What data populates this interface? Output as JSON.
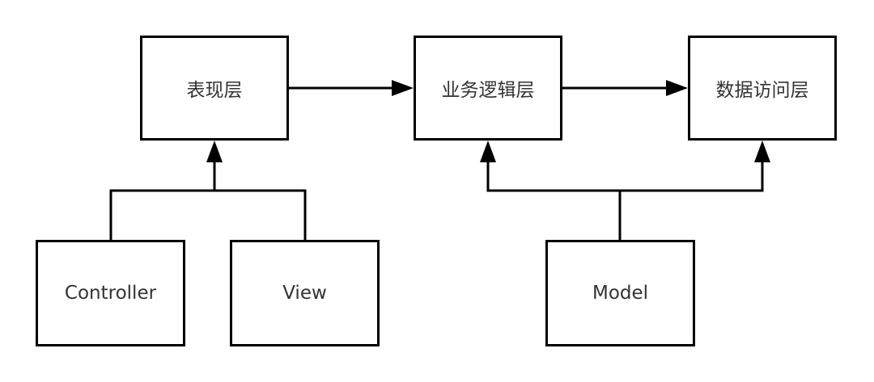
{
  "diagram": {
    "nodes": {
      "presentation_layer": "表现层",
      "business_logic_layer": "业务逻辑层",
      "data_access_layer": "数据访问层",
      "controller": "Controller",
      "view": "View",
      "model": "Model"
    },
    "edges": [
      {
        "from": "presentation_layer",
        "to": "business_logic_layer"
      },
      {
        "from": "business_logic_layer",
        "to": "data_access_layer"
      },
      {
        "from": "controller",
        "to": "presentation_layer"
      },
      {
        "from": "view",
        "to": "presentation_layer"
      },
      {
        "from": "model",
        "to": "business_logic_layer"
      },
      {
        "from": "model",
        "to": "data_access_layer"
      }
    ],
    "colors": {
      "stroke": "#000000",
      "text": "#333333",
      "background": "#ffffff"
    }
  }
}
